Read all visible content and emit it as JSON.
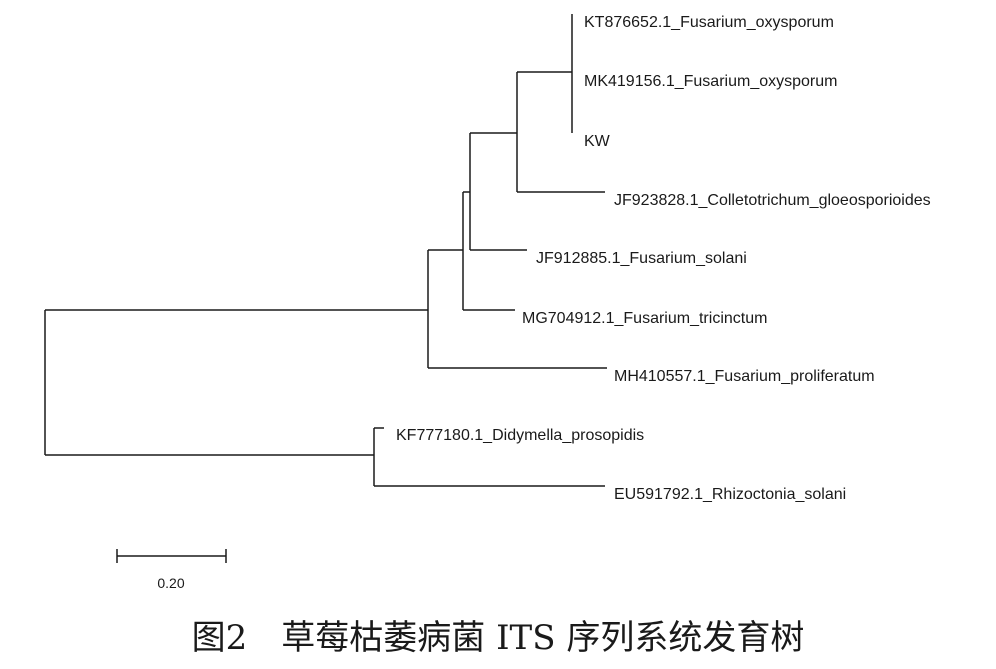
{
  "tree": {
    "scale_bar_label": "0.20",
    "taxa": [
      {
        "id": "t1",
        "label": "KT876652.1_Fusarium_oxysporum"
      },
      {
        "id": "t2",
        "label": "MK419156.1_Fusarium_oxysporum"
      },
      {
        "id": "t3",
        "label": "KW"
      },
      {
        "id": "t4",
        "label": "JF923828.1_Colletotrichum_gloeosporioides"
      },
      {
        "id": "t5",
        "label": "JF912885.1_Fusarium_solani"
      },
      {
        "id": "t6",
        "label": "MG704912.1_Fusarium_tricinctum"
      },
      {
        "id": "t7",
        "label": "MH410557.1_Fusarium_proliferatum"
      },
      {
        "id": "t8",
        "label": "KF777180.1_Didymella_prosopidis"
      },
      {
        "id": "t9",
        "label": "EU591792.1_Rhizoctonia_solani"
      }
    ]
  },
  "caption": {
    "text": "图2　草莓枯萎病菌 ITS 序列系统发育树"
  },
  "colors": {
    "line": "#1a1a1a",
    "text": "#1a1a1a"
  }
}
